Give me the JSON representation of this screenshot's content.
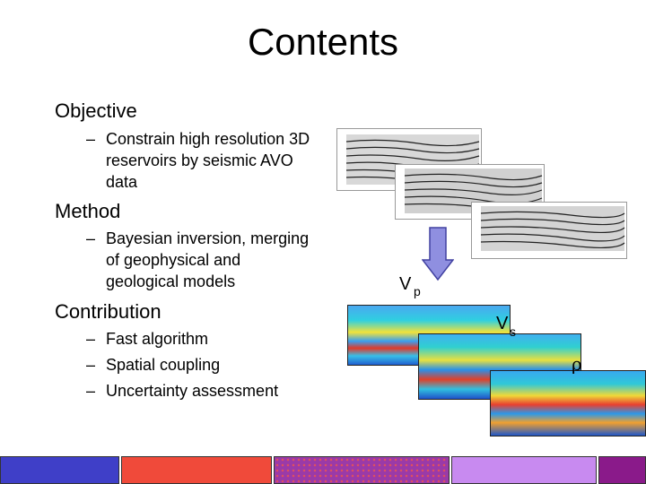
{
  "title": "Contents",
  "sections": [
    {
      "heading": "Objective",
      "items": [
        "Constrain high resolution 3D reservoirs by seismic AVO data"
      ]
    },
    {
      "heading": "Method",
      "items": [
        "Bayesian inversion, merging of geophysical and geological models"
      ]
    },
    {
      "heading": "Contribution",
      "items": [
        "Fast algorithm",
        "Spatial coupling",
        "Uncertainty assessment"
      ]
    }
  ],
  "dash": "–",
  "figure": {
    "vp_label": "V",
    "vp_sub": "p",
    "vs_label": "V",
    "vs_sub": "s",
    "rho_label": "ρ"
  },
  "colors": {
    "footer_blue": "#3f3fc8",
    "footer_red": "#f04a3a",
    "footer_pattern": "#9a3aa8",
    "footer_violet": "#c88af0",
    "footer_purple": "#8a1a8a",
    "arrow_fill": "#8f8fe0"
  }
}
